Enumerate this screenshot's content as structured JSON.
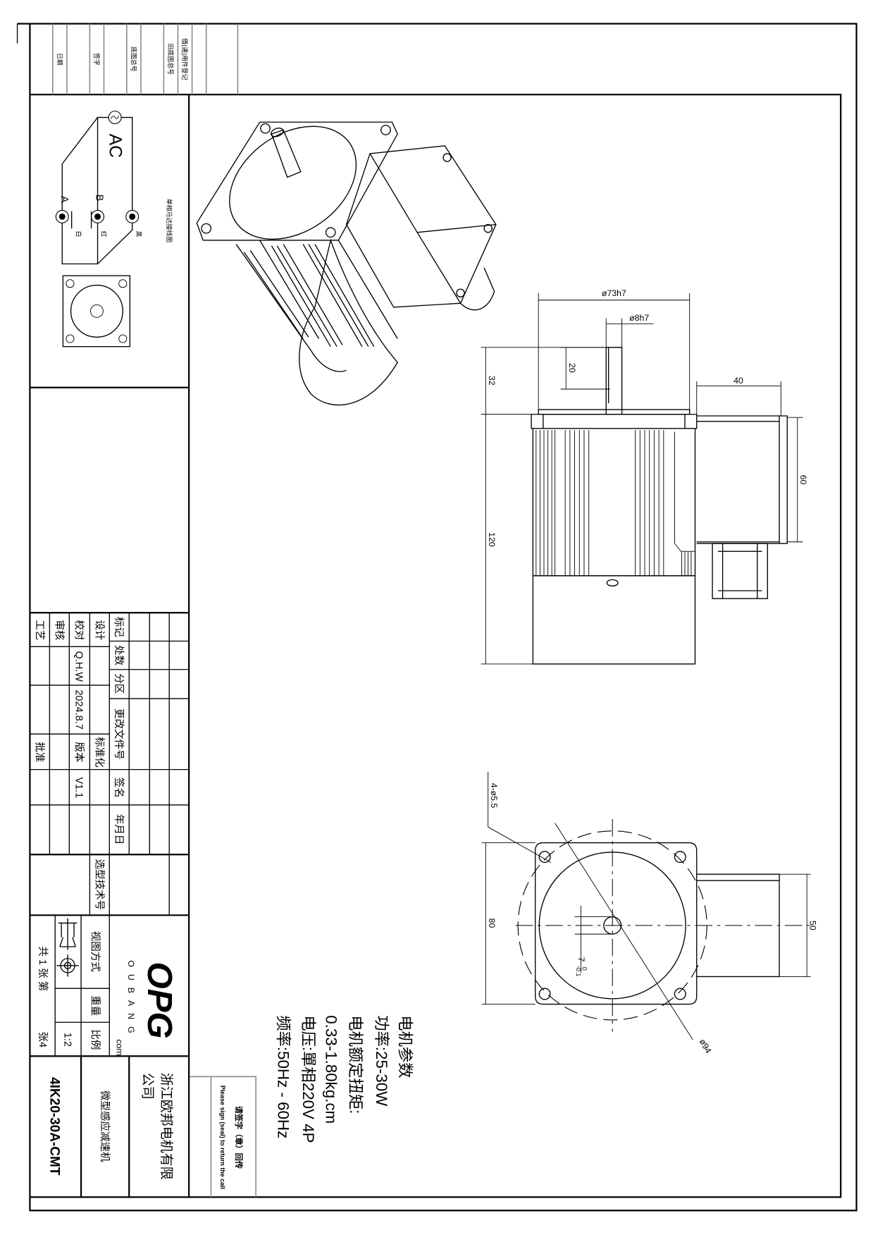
{
  "top_strip": {
    "date": "日期",
    "signature": "签字",
    "base_drawing_no": "底图总号",
    "old_base_drawing_no": "旧底图总号",
    "shared_parts_register": "借(通)用件登记"
  },
  "wiring": {
    "title": "单相马达接线图",
    "ac": "AC",
    "terminal_a": "A",
    "terminal_b": "B",
    "white": "白",
    "red": "红",
    "black": "黑"
  },
  "dims": {
    "shaft_flange_dia": "ø73h7",
    "shaft_dia": "ø8h7",
    "shaft_length": "32",
    "flat_length": "20",
    "body_length": "120",
    "terminal_box_width": "40",
    "terminal_box_height": "60",
    "mount_holes": "4-ø5.5",
    "flange_square": "80",
    "terminal_box_front": "50",
    "pcd": "ø94",
    "key_width": "7",
    "key_tol_upper": "0",
    "key_tol_lower": "-0.1"
  },
  "params": {
    "heading": "电机参数",
    "power": "功率:25-30W",
    "torque_label": "电机额定扭矩:",
    "torque": "0.33-1.80kg.cm",
    "voltage": "电压:單相220V 4P",
    "frequency": "频率:50Hz - 60Hz"
  },
  "title_block": {
    "mark": "标记",
    "count": "处数",
    "zone": "分区",
    "change_doc_no": "更改文件号",
    "sign": "签名",
    "ymd": "年月日",
    "design": "设计",
    "standardize": "标准化",
    "check": "校对",
    "checker": "Q.H.W",
    "check_date": "2024.8.7",
    "version_label": "版本",
    "version": "V1.1",
    "review": "审核",
    "process": "工艺",
    "approve": "批准",
    "selection_no": "选型技术号",
    "view_method": "视图方式",
    "weight": "重量",
    "scale_label": "比例",
    "scale": "1:2",
    "sheets": "共 1 张 第",
    "sheet_no": "张4",
    "logo": "OPG",
    "logo_sub": "OUBANG",
    "logo_com": "com",
    "model": "4IK20-30A-CMT",
    "product": "微型感应减速机",
    "company_line1": "浙江欧邦电机有限",
    "company_line2": "公司"
  },
  "signature": {
    "cn": "请签字（章）回传",
    "en": "Please sign (seal) to return the call"
  }
}
